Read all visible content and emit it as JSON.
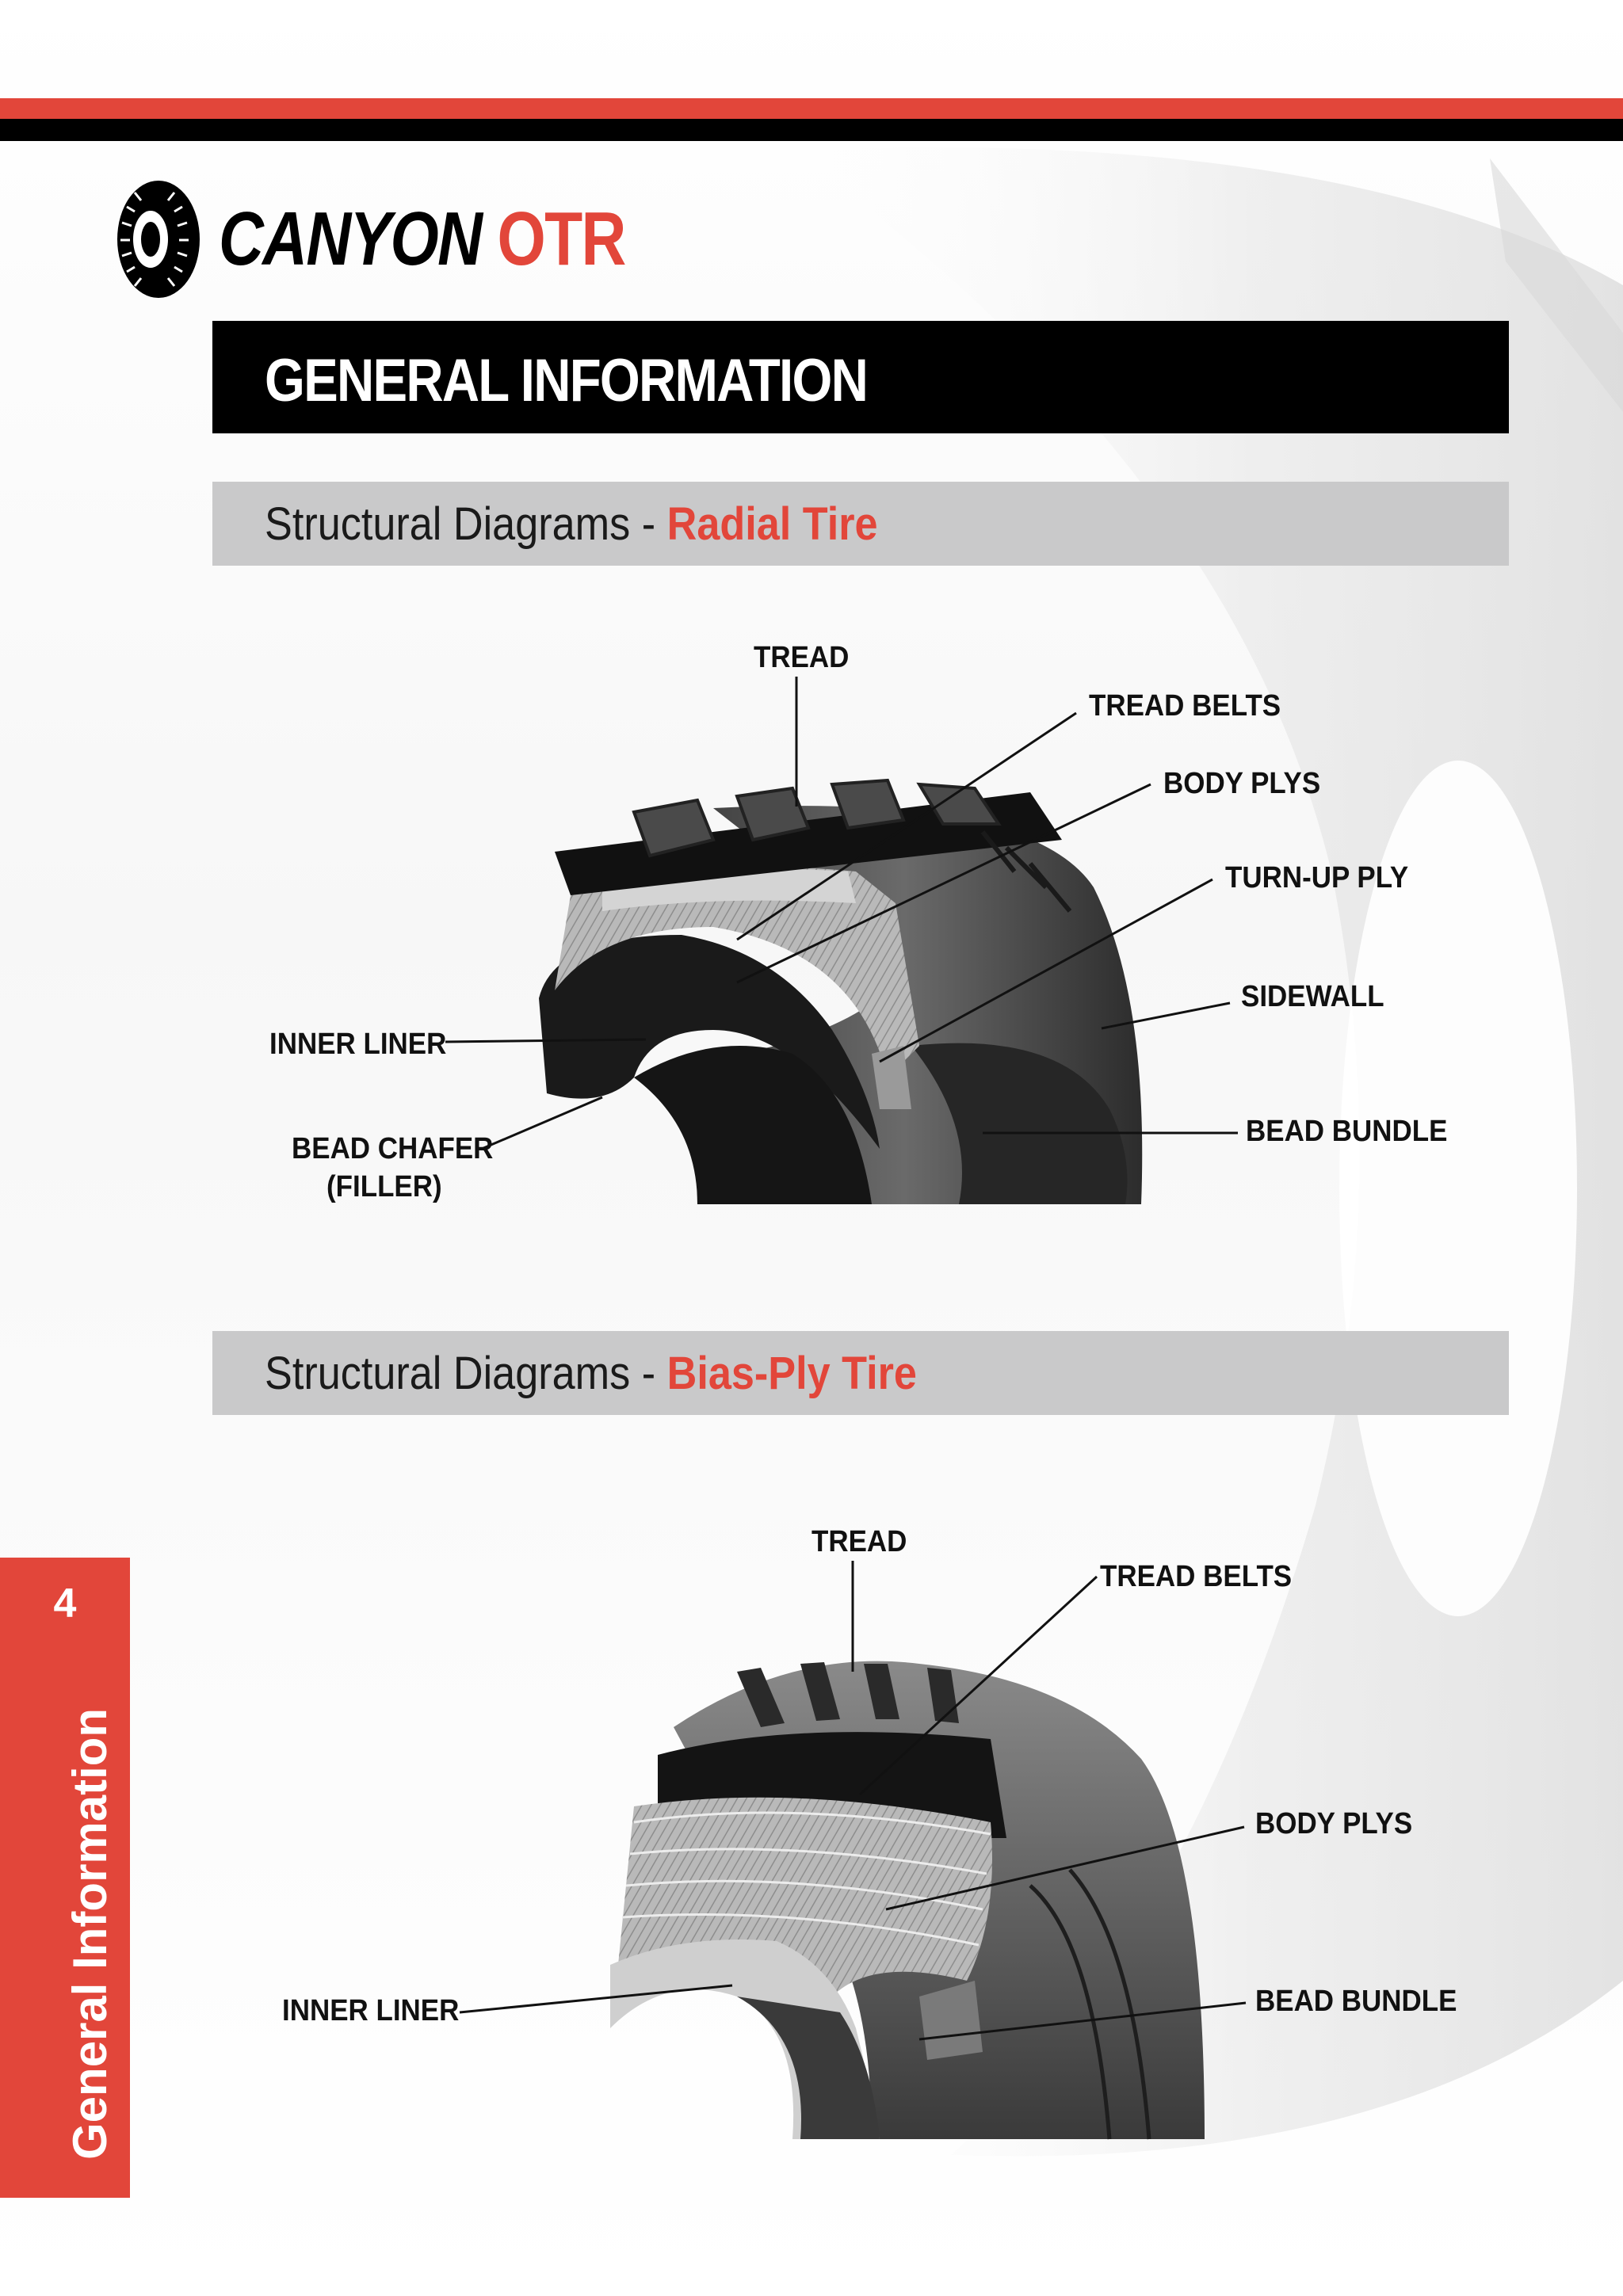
{
  "brand": {
    "name": "CANYON",
    "accent": "OTR",
    "accent_color": "#e2463a"
  },
  "header": {
    "title": "GENERAL INFORMATION"
  },
  "radial": {
    "heading_prefix": "Structural Diagrams -",
    "heading_highlight": "Radial Tire",
    "labels": {
      "tread": "TREAD",
      "tread_belts": "TREAD BELTS",
      "body_plys": "BODY PLYS",
      "turn_up_ply": "TURN-UP PLY",
      "sidewall": "SIDEWALL",
      "inner_liner": "INNER LINER",
      "bead_chafer": "BEAD CHAFER",
      "bead_chafer_sub": "(FILLER)",
      "bead_bundle": "BEAD BUNDLE"
    }
  },
  "bias": {
    "heading_prefix": "Structural Diagrams -",
    "heading_highlight": "Bias-Ply Tire",
    "labels": {
      "tread": "TREAD",
      "tread_belts": "TREAD BELTS",
      "body_plys": "BODY PLYS",
      "inner_liner": "INNER LINER",
      "bead_bundle": "BEAD BUNDLE"
    }
  },
  "side_tab": {
    "page_number": "4",
    "label": "General Information"
  }
}
